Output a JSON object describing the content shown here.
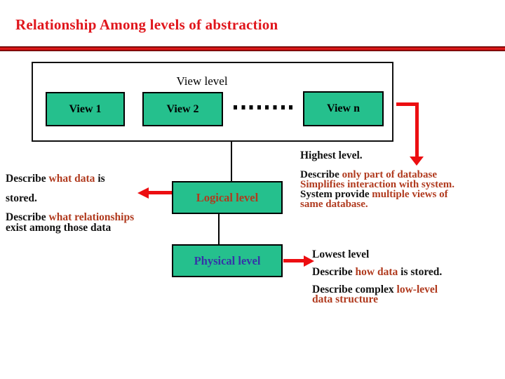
{
  "title": "Relationship Among levels of abstraction",
  "colors": {
    "title_red": "#e0161c",
    "accent_brown_red": "#b03a1e",
    "box_green": "#25c08d",
    "arrow_red": "#ec0e11",
    "physical_blue": "#3535a8"
  },
  "view_panel": {
    "label": "View level",
    "box1": "View 1",
    "box2": "View 2",
    "boxn": "View n"
  },
  "levels": {
    "logical": "Logical level",
    "physical": "Physical level"
  },
  "left_note": {
    "l1a": "Describe ",
    "l1b": "what data",
    "l1c": " is",
    "l2": "stored.",
    "l3a": "Describe ",
    "l3b": "what relationships",
    "l4": "exist among those data"
  },
  "right_note": {
    "heading": "Highest level.",
    "l1a": "Describe ",
    "l1b": "only part of database",
    "l2": "Simplifies interaction with system.",
    "l3a": "System provide ",
    "l3b": "multiple views of",
    "l4": "same database."
  },
  "bottom_note": {
    "heading": "Lowest level",
    "l1a": "Describe ",
    "l1b": "how data",
    "l1c": " is stored.",
    "l2a": "Describe complex ",
    "l2b": "low-level",
    "l3": "data structure"
  }
}
